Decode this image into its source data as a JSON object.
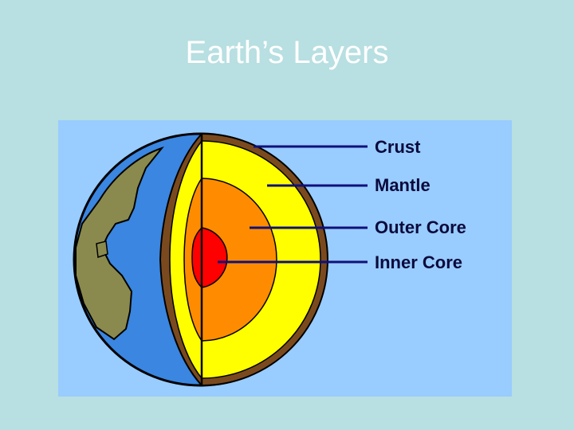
{
  "slide": {
    "title": "Earth’s Layers"
  },
  "diagram": {
    "labels": {
      "crust": "Crust",
      "mantle": "Mantle",
      "outer_core": "Outer Core",
      "inner_core": "Inner Core"
    },
    "colors": {
      "background": "#b8dfe1",
      "panel": "#99ccff",
      "ocean": "#3a86e0",
      "land": "#8a8a4e",
      "crust": "#7a4a1e",
      "mantle": "#ffff00",
      "outer_core": "#ff8c00",
      "inner_core": "#ff0000",
      "leader_lines": "#10107a"
    }
  }
}
